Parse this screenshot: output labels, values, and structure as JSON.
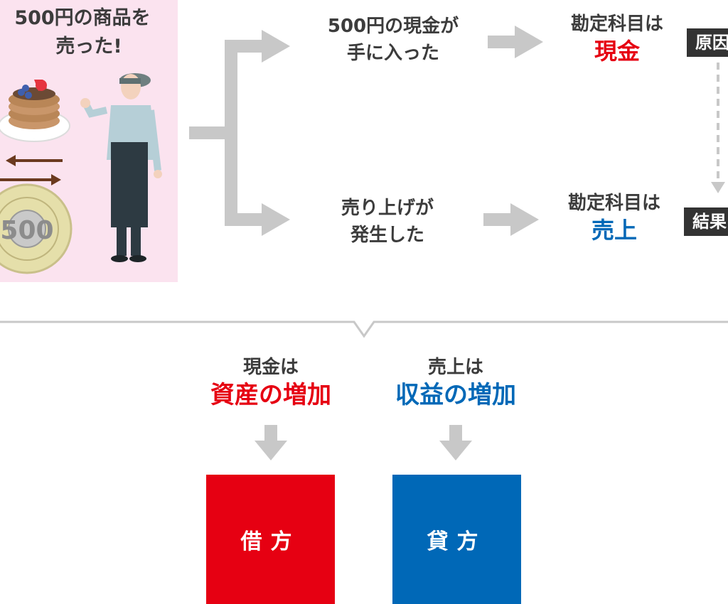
{
  "scene": {
    "title_line1": "500円の商品を",
    "title_line2": "売った!",
    "coin_text": "500"
  },
  "flow": {
    "top": {
      "event_line1": "500円の現金が",
      "event_line2": "手に入った",
      "account_label": "勘定科目は",
      "account_value": "現金",
      "tag": "原因"
    },
    "bottom": {
      "event_line1": "売り上げが",
      "event_line2": "発生した",
      "account_label": "勘定科目は",
      "account_value": "売上",
      "tag": "結果"
    }
  },
  "result": {
    "left": {
      "subject": "現金は",
      "effect": "資産の増加",
      "side": "借方"
    },
    "right": {
      "subject": "売上は",
      "effect": "収益の増加",
      "side": "貸方"
    }
  },
  "colors": {
    "red": "#e60012",
    "blue": "#0068b7",
    "arrow_gray": "#c8c8c8",
    "panel_pink": "#fbe3ef",
    "tag_dark": "#333333"
  }
}
